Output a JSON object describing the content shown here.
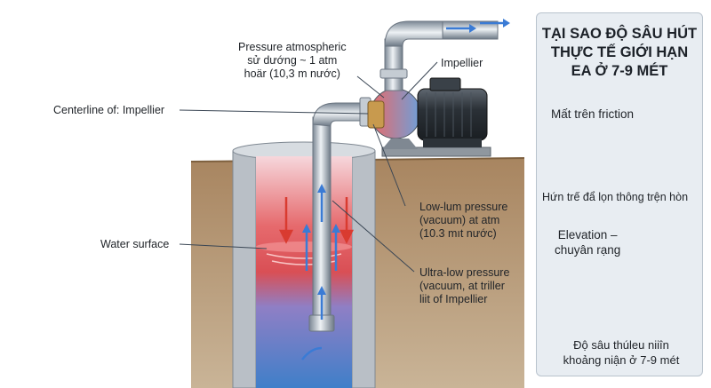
{
  "labels": {
    "pressure_atmospheric": [
      "Pressure atmospheric",
      "sử dướng ~ 1 atm",
      "hoär (10,3 m nước)"
    ],
    "impeller": "Impellier",
    "centerline": "Centerline of: Impellier",
    "water_surface": "Water surface",
    "low_pressure": [
      "Low-lum pressure",
      "(vacuum) at atm",
      "(10.3 mıt nước)"
    ],
    "ultra_low_pressure": [
      "Ultra-low pressure",
      "(vacuum, at triller",
      "liit of Impellier"
    ]
  },
  "panel": {
    "title": [
      "TẠI SAO ĐỘ SÂU HÚT",
      "THỰC TẾ GIỚI HẠN",
      "EA Ở 7-9 MÉT"
    ],
    "friction_label": "Mất trên friction",
    "friction_caption": "Hứn trế đẩ lọn thông trện hòn",
    "elevation_label": [
      "Elevation –",
      "chuyân rạng"
    ],
    "depth_caption": [
      "Độ sâu thúleu niiîn",
      "khoảng niận ở 7-9 mét"
    ]
  },
  "colors": {
    "pipe": "#a9b3be",
    "water_red": "#e0413c",
    "water_blue": "#3f7fc9",
    "arrow_blue": "#3a7bd5",
    "arrow_red": "#d93b30",
    "ground": "#9e7b55",
    "panel_bg": "#e8edf2"
  }
}
